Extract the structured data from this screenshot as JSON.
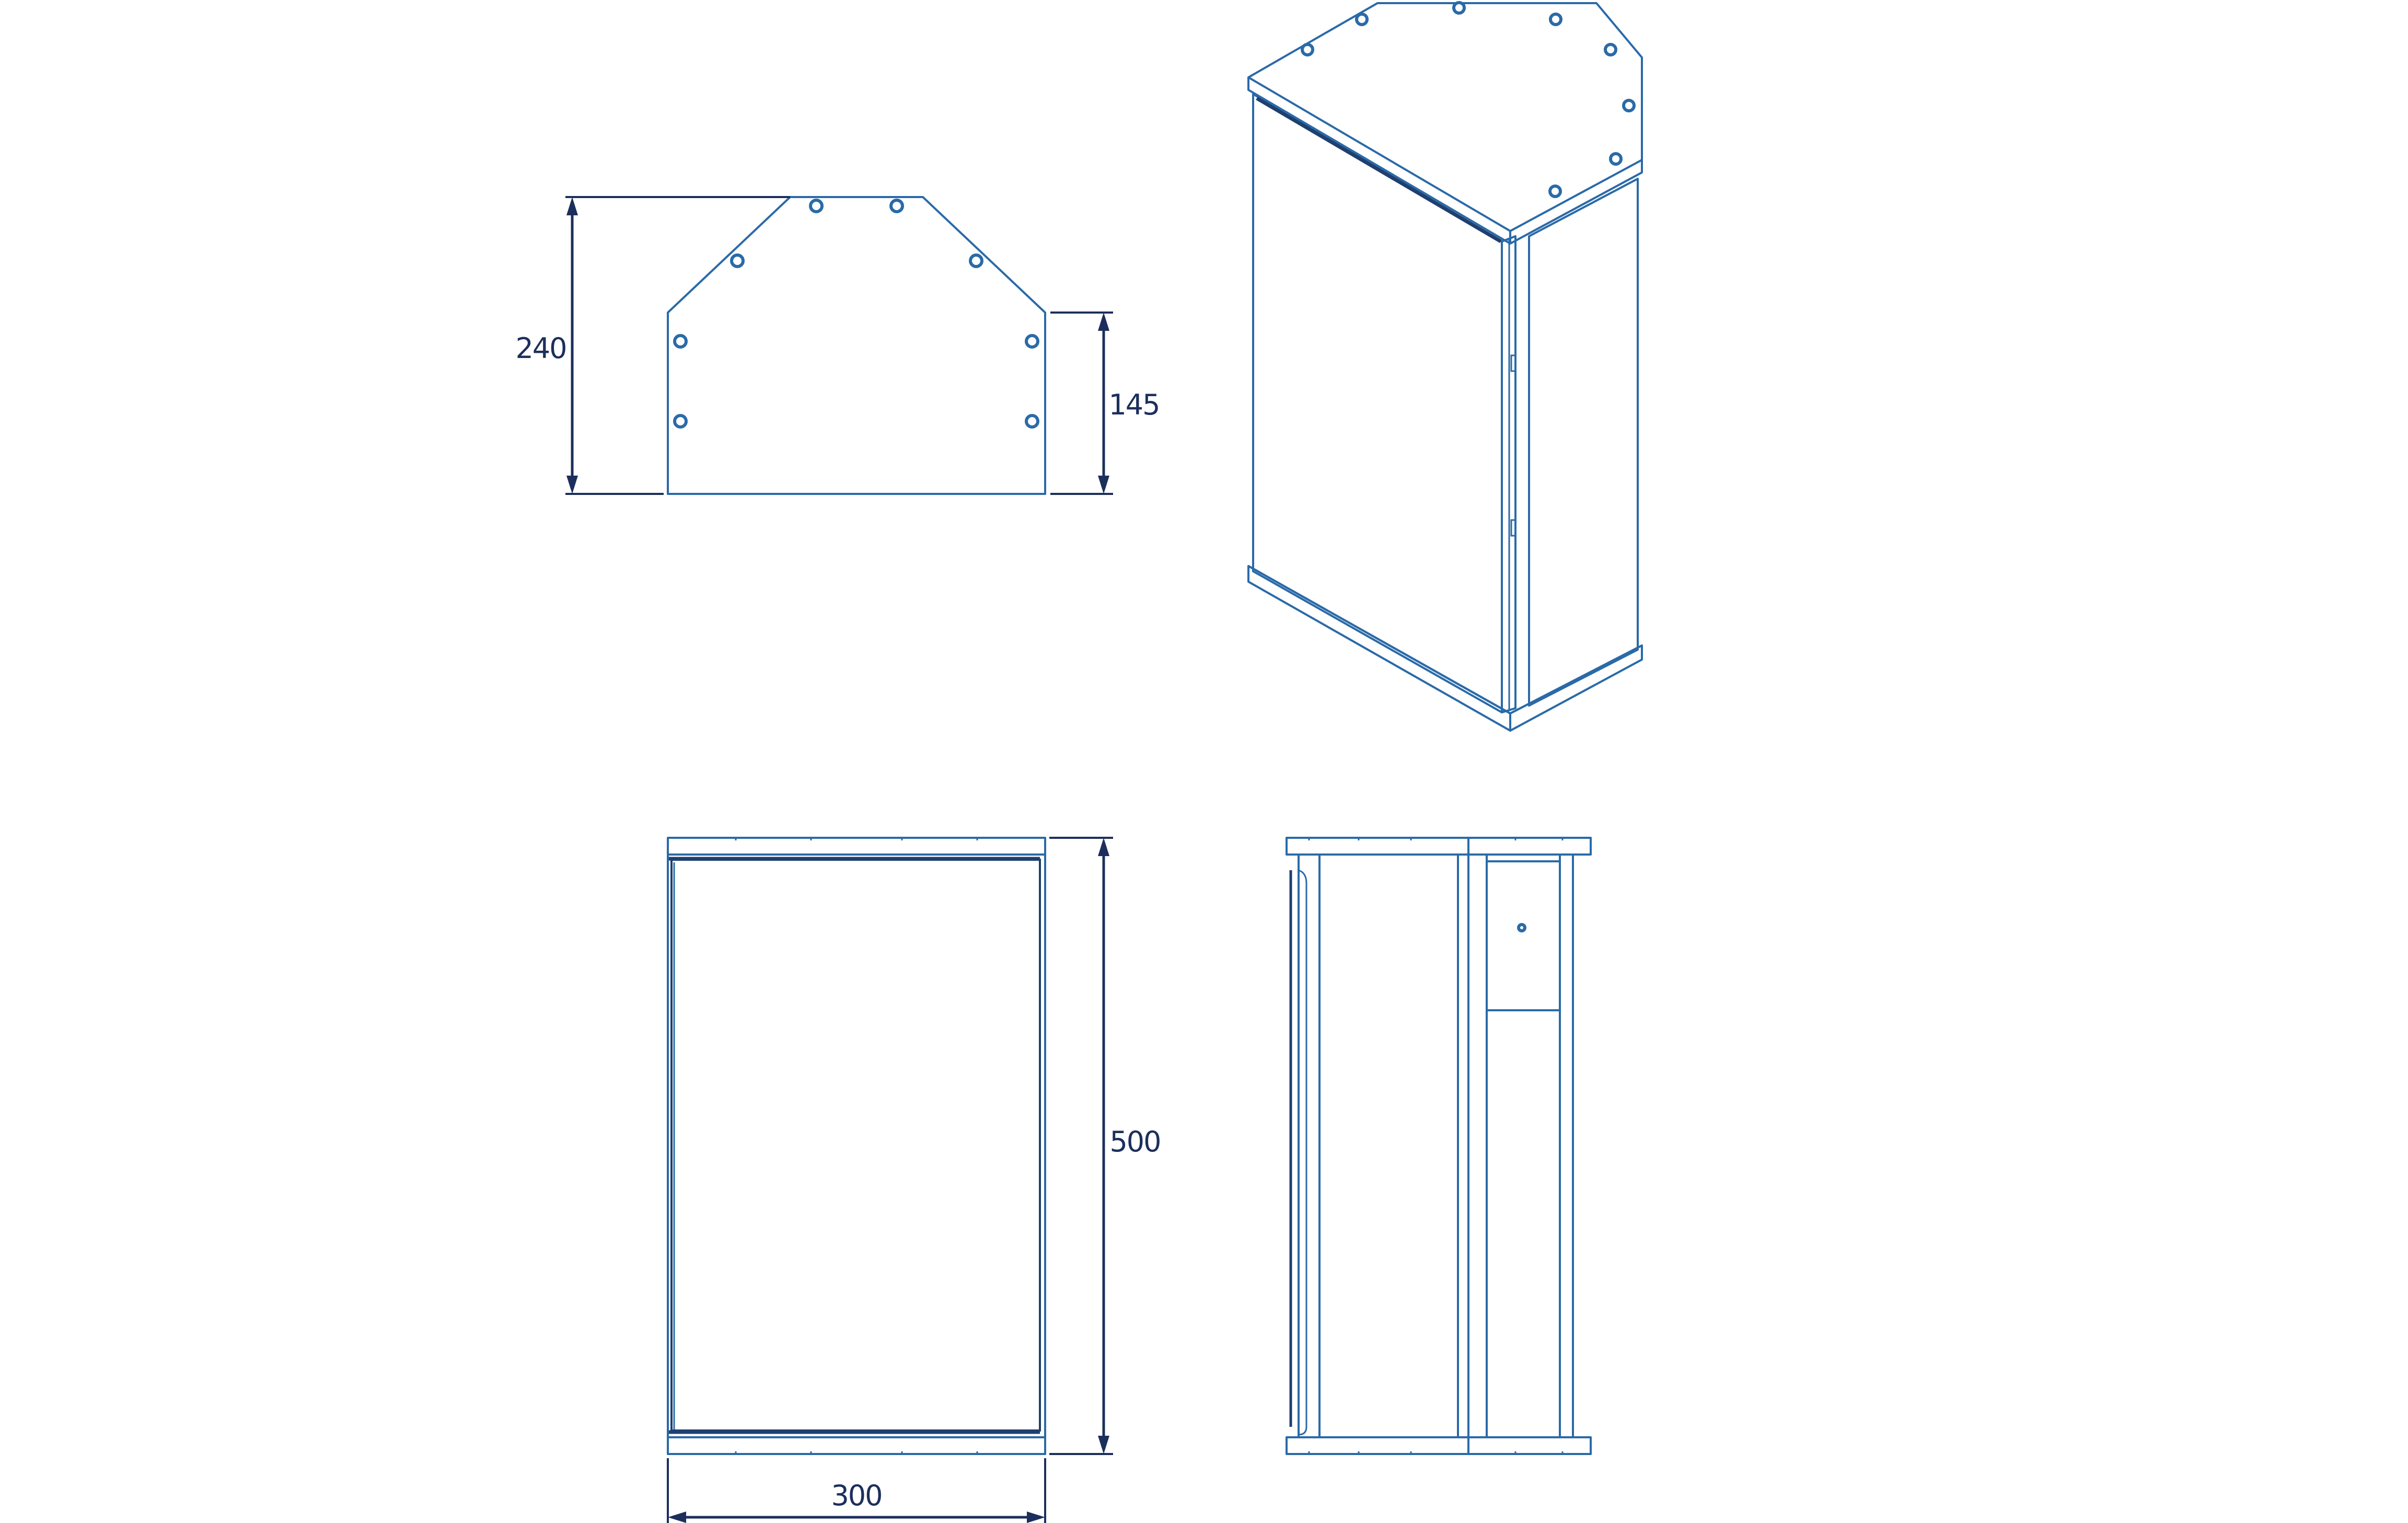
{
  "dimensions": {
    "height_top": "240",
    "side_height": "145",
    "overall_height": "500",
    "width": "300"
  },
  "colors": {
    "outline": "#2a6aa8",
    "dimension": "#1c2f5c",
    "background": "#ffffff"
  }
}
